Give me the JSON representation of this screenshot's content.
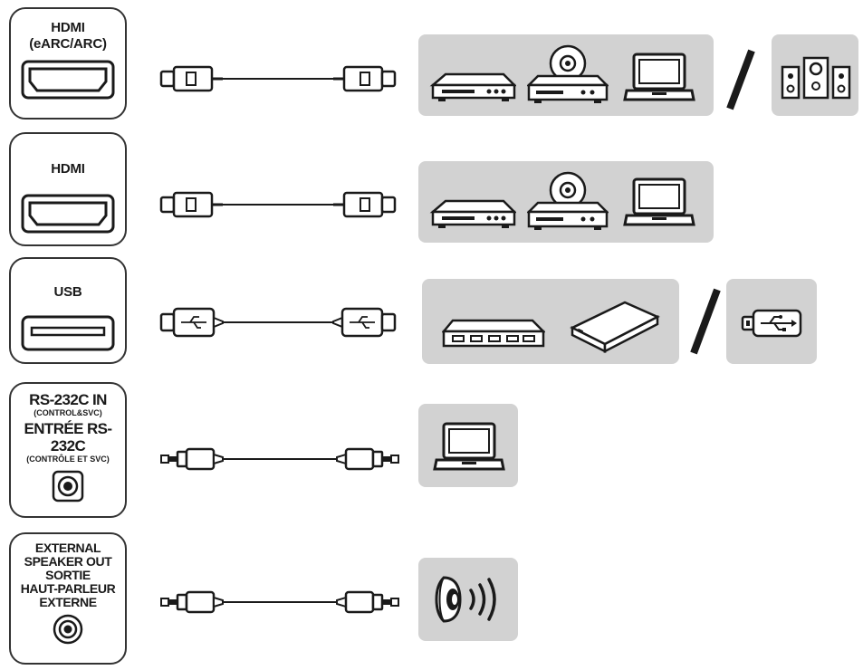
{
  "ports": {
    "hdmi_earc": {
      "line1": "HDMI",
      "line2": "(eARC/ARC)"
    },
    "hdmi": {
      "line1": "HDMI"
    },
    "usb": {
      "line1": "USB"
    },
    "rs232c": {
      "line1": "RS-232C IN",
      "line2": "(CONTROL&SVC)",
      "line3": "ENTRÉE RS-232C",
      "line4": "(CONTRÔLE ET SVC)"
    },
    "speaker_out": {
      "line1": "EXTERNAL",
      "line2": "SPEAKER OUT",
      "line3": "SORTIE",
      "line4": "HAUT-PARLEUR",
      "line5": "EXTERNE"
    }
  },
  "rows": [
    {
      "port": "hdmi_earc",
      "cable": "hdmi-cable",
      "devices": [
        "set-top-box-icon",
        "dvd-player-icon",
        "laptop-icon"
      ],
      "alternate_devices": [
        "speaker-system-icon"
      ]
    },
    {
      "port": "hdmi",
      "cable": "hdmi-cable",
      "devices": [
        "set-top-box-icon",
        "dvd-player-icon",
        "laptop-icon"
      ]
    },
    {
      "port": "usb",
      "cable": "usb-cable",
      "devices": [
        "usb-hub-icon",
        "external-hard-drive-icon"
      ],
      "alternate_devices": [
        "usb-flash-drive-icon"
      ]
    },
    {
      "port": "rs232c",
      "cable": "stereo-mini-plug-cable",
      "devices": [
        "laptop-icon"
      ]
    },
    {
      "port": "speaker_out",
      "cable": "stereo-mini-plug-cable",
      "devices": [
        "speaker-icon"
      ]
    }
  ],
  "colors": {
    "panel": "#d2d2d2",
    "line": "#1a1a1a",
    "background": "#ffffff"
  }
}
